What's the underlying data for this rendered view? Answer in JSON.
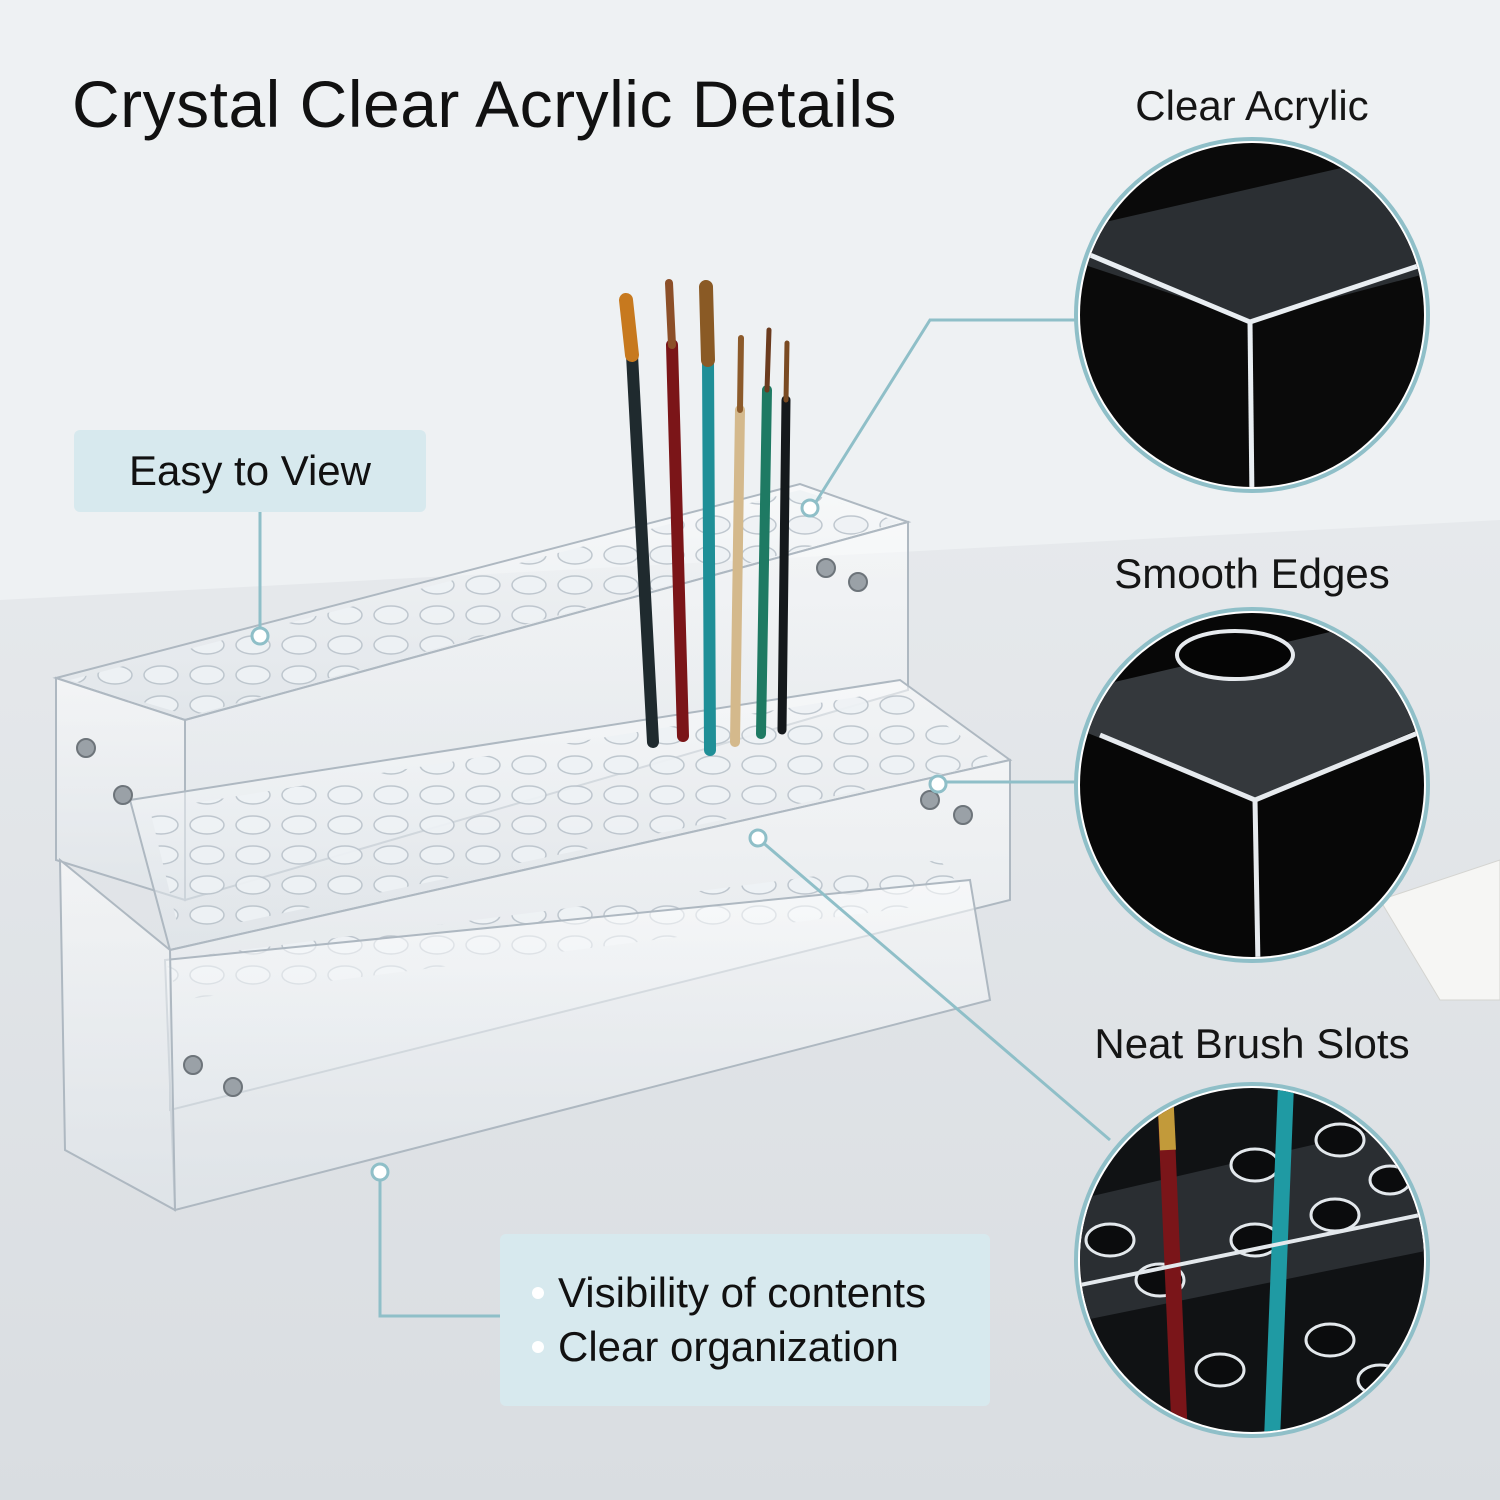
{
  "title": "Crystal Clear Acrylic Details",
  "details": [
    {
      "label": "Clear Acrylic"
    },
    {
      "label": "Smooth Edges"
    },
    {
      "label": "Neat Brush Slots"
    }
  ],
  "callouts": {
    "easy_view": "Easy to View",
    "features": [
      "Visibility of contents",
      "Clear organization"
    ]
  },
  "colors": {
    "callout_bg": "#d7e9ee",
    "leader_line": "#8fbfc8",
    "text": "#111111"
  },
  "icons": [
    "bullet-dot-icon"
  ]
}
